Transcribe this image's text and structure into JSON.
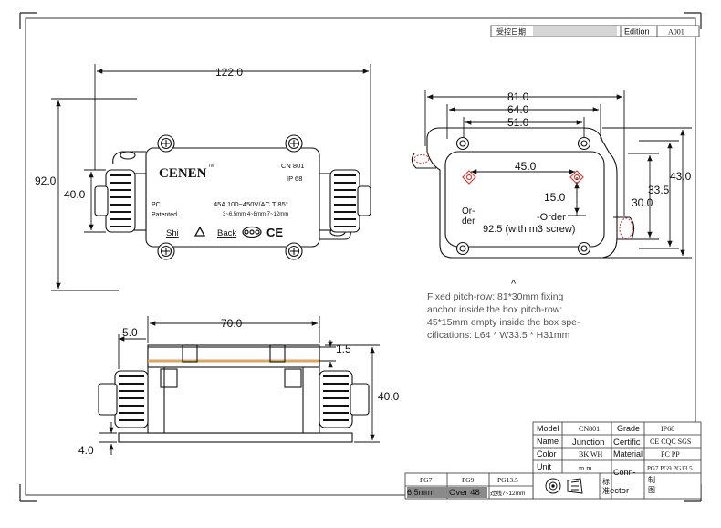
{
  "title_block_top": {
    "label_cn": "受控日期",
    "edition_label": "Edition",
    "edition_value": "A001"
  },
  "top_view": {
    "dim_width": "122.0",
    "dim_height_total": "92.0",
    "dim_height_body": "40.0",
    "brand": "CENEN",
    "brand_mark": "TM",
    "model": "CN 801",
    "ip": "IP 68",
    "rating": "45A 100~450V/AC  T 85°",
    "cable_range": "3~6.5mm  4~8mm  7~12mm",
    "pc_label": "PC",
    "patented_label": "Patented",
    "shi_label": "Shi",
    "back_label": "Back",
    "ce_mark": "CE"
  },
  "bottom_view": {
    "dim_plate": "81.0",
    "dim_box": "64.0",
    "dim_inner": "51.0",
    "dim_holes_x": "45.0",
    "dim_holes_y": "15.0",
    "dim_inner_h": "30.0",
    "dim_box_h": "33.5",
    "dim_plate_h": "43.0",
    "order_label": "Or-\nder",
    "order_label2": "-Order",
    "screw_note": "92.5 (with m3 screw)"
  },
  "side_view": {
    "dim_left": "5.0",
    "dim_body": "70.0",
    "dim_lid": "1.5",
    "dim_height": "40.0",
    "dim_base": "4.0"
  },
  "note": {
    "caret": "^",
    "text": "Fixed pitch-row: 81*30mm fixing anchor inside the box pitch-row: 45*15mm empty inside the box spe-cifications: L64 * W33.5 * H31mm"
  },
  "spec_table": {
    "rows": [
      {
        "k1": "Model",
        "v1": "CN801",
        "k2": "Grade",
        "v2": "IP68"
      },
      {
        "k1": "Name",
        "v1": "Junction",
        "k2": "Certific",
        "v2": "CE CQC SGS"
      },
      {
        "k1": "Color",
        "v1": "BK WH",
        "k2": "Material",
        "v2": "PC PP"
      },
      {
        "k1": "Unit",
        "v1": "m m",
        "k2": "Conn-",
        "v2": "PG7 PG9 PG13.5"
      }
    ],
    "ector": "ector",
    "std_cn": "标\n准",
    "make_cn": "制\n图"
  },
  "gland_table": {
    "headers": [
      "PG7",
      "PG9",
      "PG13.5"
    ],
    "row": [
      "6.5mm",
      "Over 48",
      "过线7~12mm"
    ]
  }
}
